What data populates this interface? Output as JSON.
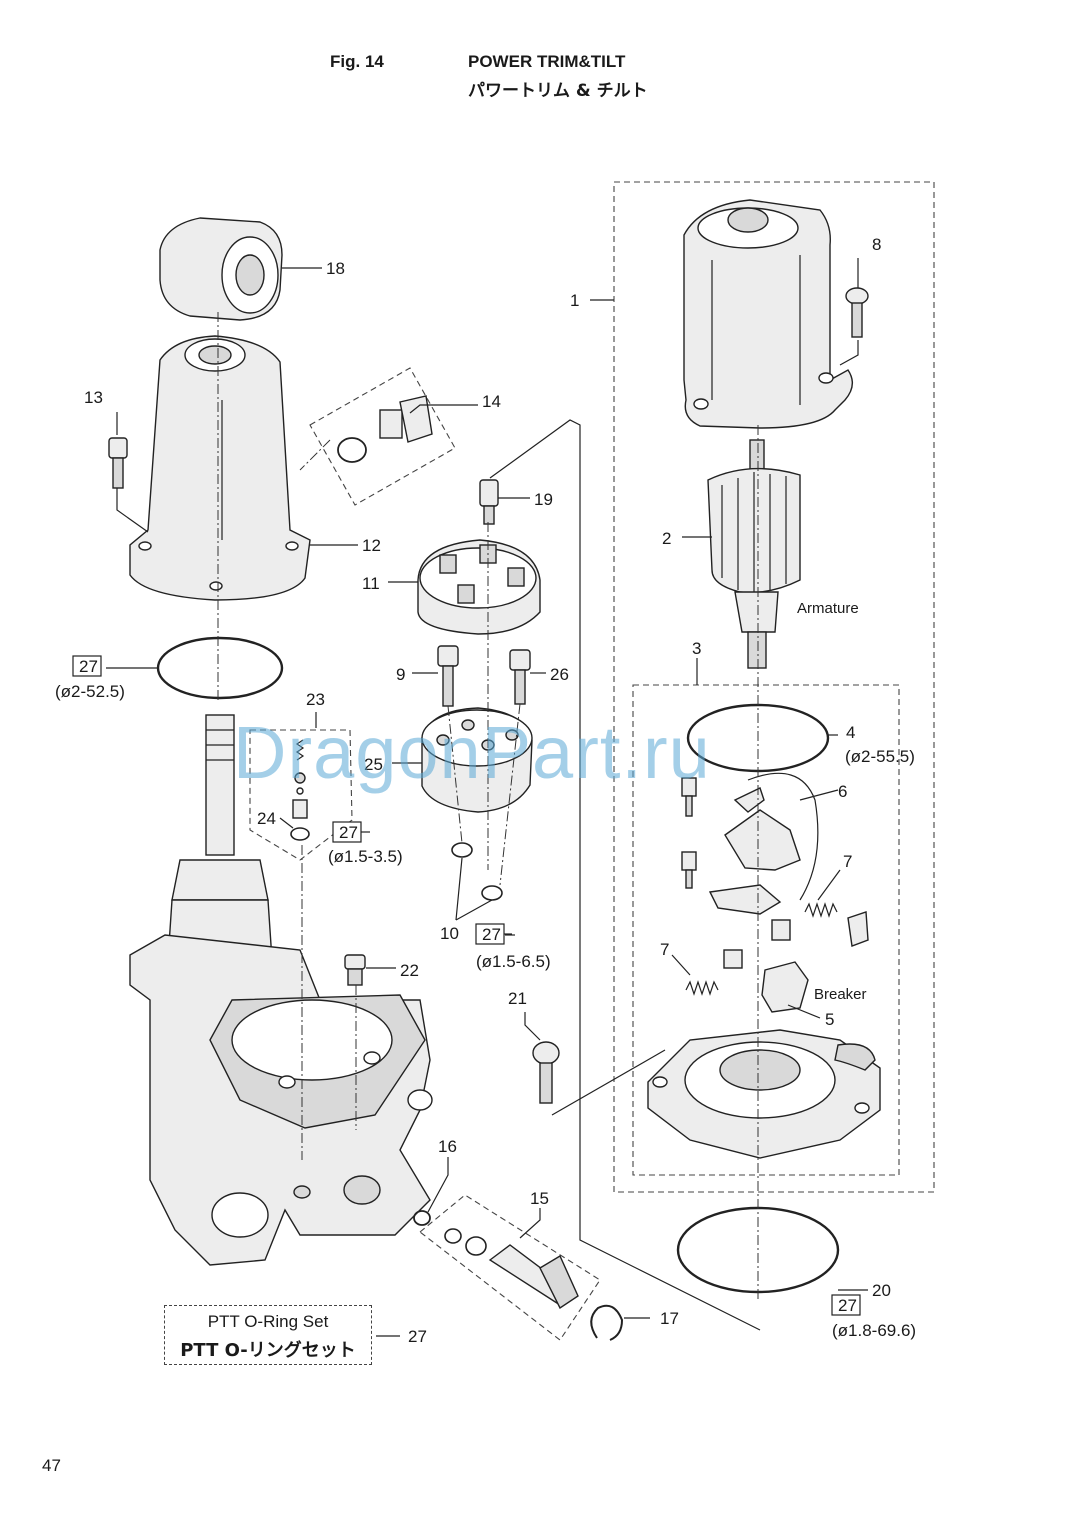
{
  "header": {
    "fig_label": "Fig. 14",
    "title_en": "POWER TRIM&TILT",
    "title_ja": "パワートリム & チルト"
  },
  "page_number": "47",
  "watermark": "DragonPart.ru",
  "callouts": {
    "c1": "1",
    "c2": "2",
    "c3": "3",
    "c4": "4",
    "c5": "5",
    "c6": "6",
    "c7a": "7",
    "c7b": "7",
    "c8": "8",
    "c9": "9",
    "c10": "10",
    "c11": "11",
    "c12": "12",
    "c13": "13",
    "c14": "14",
    "c15": "15",
    "c16": "16",
    "c17": "17",
    "c18": "18",
    "c19": "19",
    "c20": "20",
    "c21": "21",
    "c22": "22",
    "c23": "23",
    "c24": "24",
    "c25": "25",
    "c26": "26",
    "c27_set": "27"
  },
  "ref_boxes": {
    "r_a": "27",
    "r_b": "27",
    "r_c": "27",
    "r_d": "27"
  },
  "specs": {
    "s_52": "(ø2-52.5)",
    "s_55": "(ø2-55.5)",
    "s_35": "(ø1.5-3.5)",
    "s_65": "(ø1.5-6.5)",
    "s_696": "(ø1.8-69.6)"
  },
  "labels": {
    "armature": "Armature",
    "breaker": "Breaker"
  },
  "oring_set": {
    "en": "PTT O-Ring Set",
    "ja": "PTT O-リングセット"
  }
}
